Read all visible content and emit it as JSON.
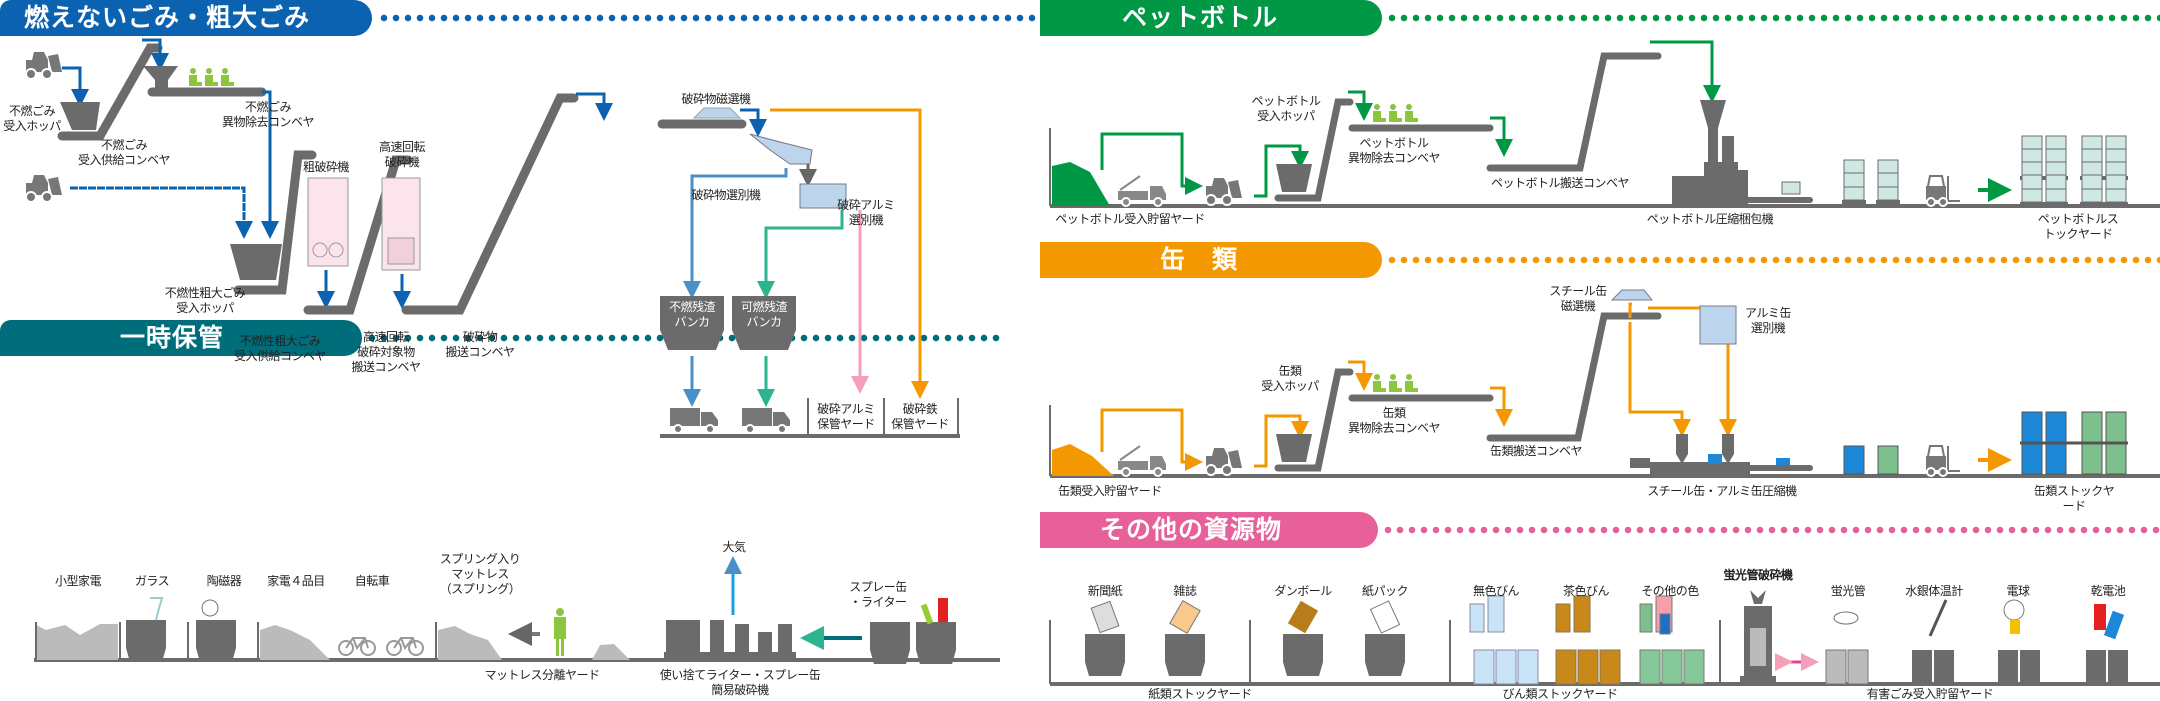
{
  "colors": {
    "nonburnable": "#0b62b0",
    "pet": "#009844",
    "cans": "#f39800",
    "temporary": "#006d7a",
    "other": "#e8609a",
    "machine": "#6b6b6b",
    "worker": "#8cc63f"
  },
  "nonburnable": {
    "title": "燃えないごみ・粗大ごみ",
    "labels": {
      "hopper1": "不燃ごみ\n受入ホッパ",
      "feed_conveyor1": "不燃ごみ\n受入供給コンベヤ",
      "removal_conveyor": "不燃ごみ\n異物除去コンベヤ",
      "coarse_crusher": "粗破砕機",
      "high_speed_crusher": "高速回転\n破砕機",
      "magnet": "破砕物磁選機",
      "sorter": "破砕物選別機",
      "alu_sorter": "破砕アルミ\n選別機",
      "hopper2": "不燃性粗大ごみ\n受入ホッパ",
      "feed_conveyor2": "不燃性粗大ごみ\n受入供給コンベヤ",
      "crush_target_conveyor": "高速回転\n破砕対象物\n搬送コンベヤ",
      "crushed_conveyor": "破砕物\n搬送コンベヤ",
      "bunker_nonburn": "不燃残渣\nバンカ",
      "bunker_burn": "可燃残渣\nバンカ",
      "alu_yard": "破砕アルミ\n保管ヤード",
      "iron_yard": "破砕鉄\n保管ヤード"
    }
  },
  "pet": {
    "title": "ペットボトル",
    "labels": {
      "hopper": "ペットボトル\n受入ホッパ",
      "removal_conveyor": "ペットボトル\n異物除去コンベヤ",
      "transport_conveyor": "ペットボトル搬送コンベヤ",
      "storage_yard": "ペットボトル受入貯留ヤード",
      "baler": "ペットボトル圧縮梱包機",
      "stock_yard": "ペットボトルストックヤード"
    }
  },
  "cans": {
    "title": "缶　類",
    "labels": {
      "magnet": "スチール缶\n磁選機",
      "alu_sorter": "アルミ缶\n選別機",
      "hopper": "缶類\n受入ホッパ",
      "removal_conveyor": "缶類\n異物除去コンベヤ",
      "transport_conveyor": "缶類搬送コンベヤ",
      "storage_yard": "缶類受入貯留ヤード",
      "compressor": "スチール缶・アルミ缶圧縮機",
      "stock_yard": "缶類ストックヤード"
    }
  },
  "temporary": {
    "title": "一時保管",
    "labels": {
      "small_appliances": "小型家電",
      "glass": "ガラス",
      "ceramics": "陶磁器",
      "four_appliances": "家電４品目",
      "bicycles": "自転車",
      "spring_mattress": "スプリング入り\nマットレス\n（スプリング）",
      "atmosphere": "大気",
      "spray_lighter": "スプレー缶\n・ライター",
      "mattress_yard": "マットレス分離ヤード",
      "simple_crusher": "使い捨てライター・スプレー缶\n簡易破砕機"
    }
  },
  "other": {
    "title": "その他の資源物",
    "labels": {
      "newspaper": "新聞紙",
      "magazines": "雑誌",
      "cardboard": "ダンボール",
      "paper_packs": "紙パック",
      "clear_bottles": "無色びん",
      "brown_bottles": "茶色びん",
      "other_bottles": "その他の色",
      "fluorescent_crusher": "蛍光管破砕機",
      "fluorescent": "蛍光管",
      "thermometer": "水銀体温計",
      "bulbs": "電球",
      "batteries": "乾電池",
      "paper_yard": "紙類ストックヤード",
      "bottle_yard": "びん類ストックヤード",
      "hazard_yard": "有害ごみ受入貯留ヤード"
    }
  }
}
